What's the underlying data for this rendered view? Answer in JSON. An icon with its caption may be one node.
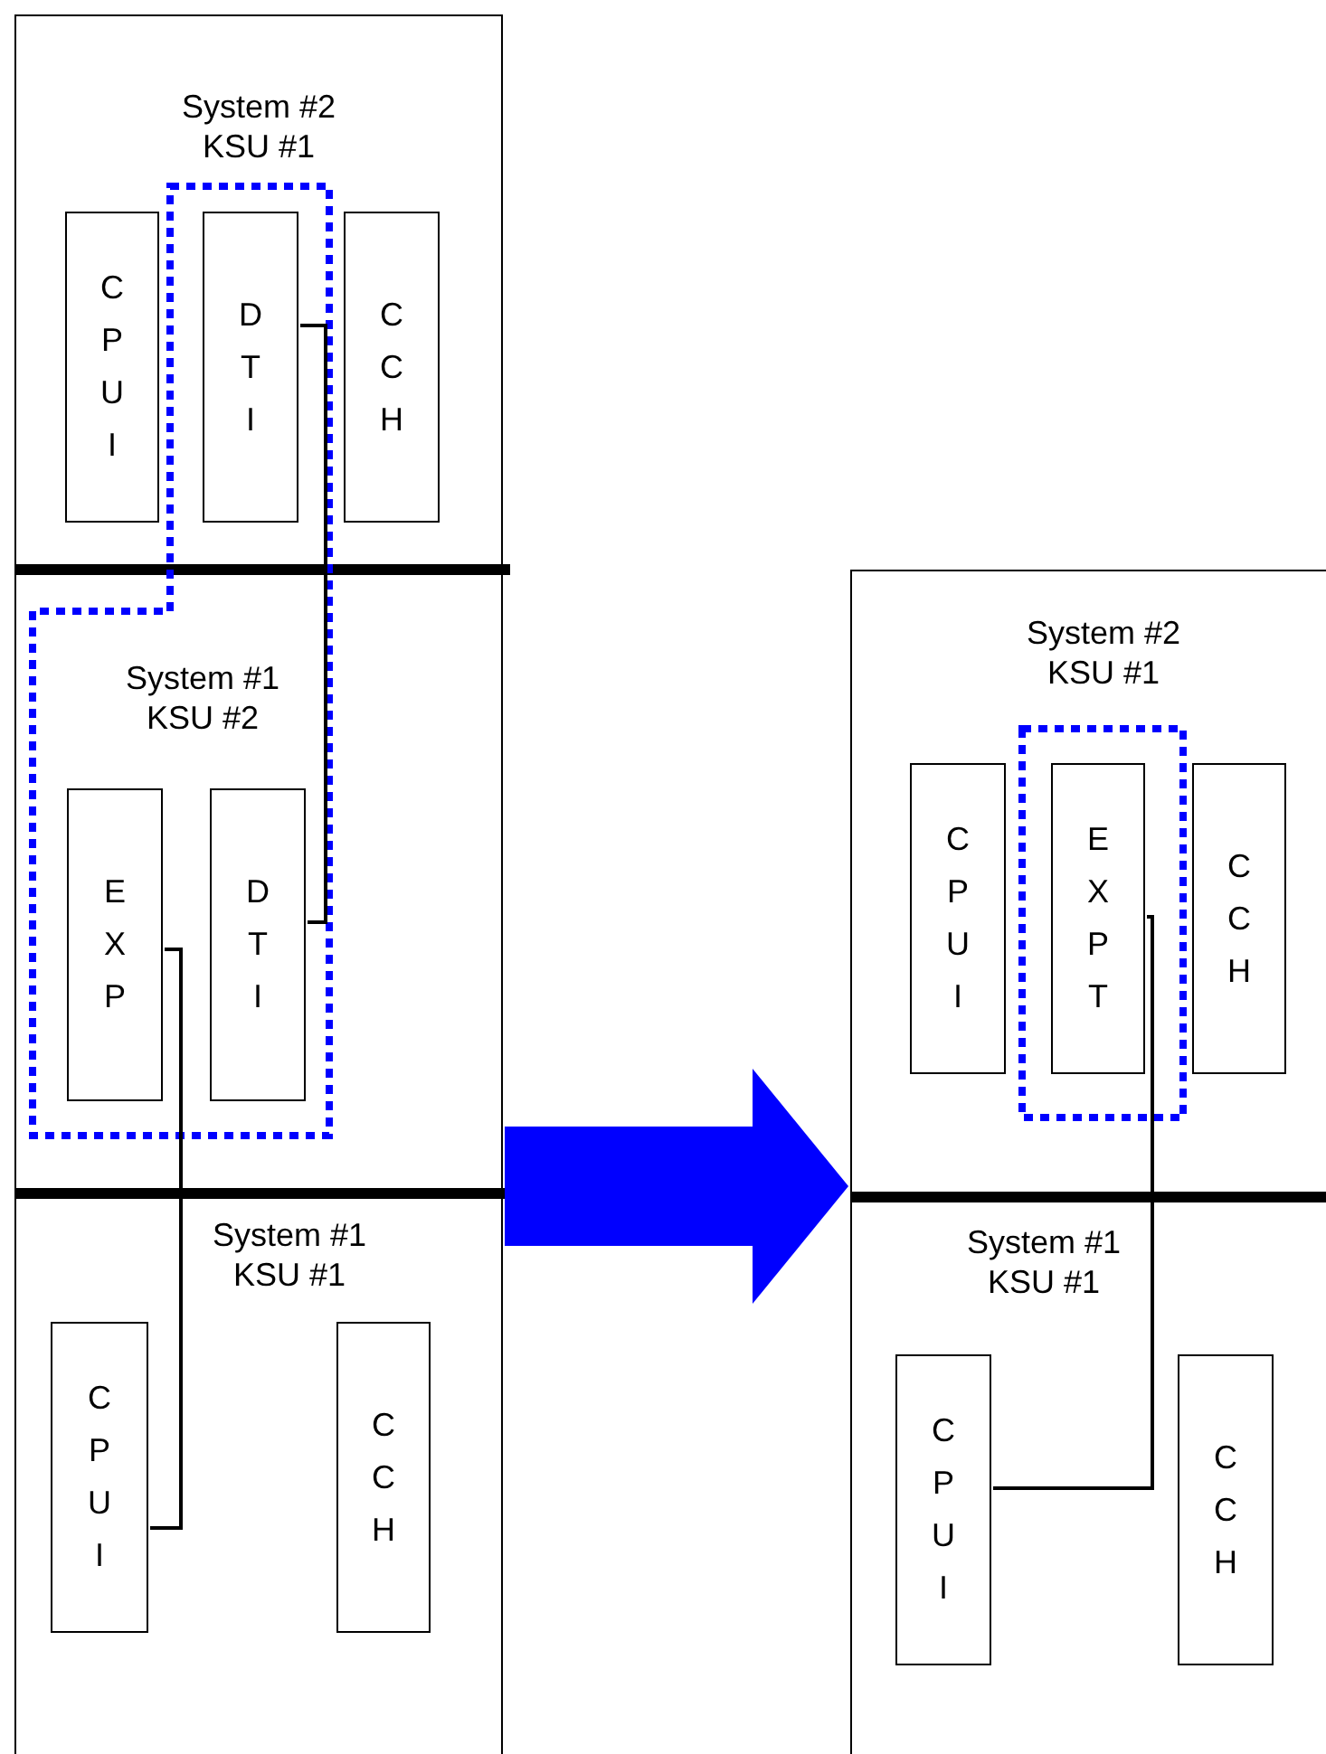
{
  "diagram": {
    "nodes": [
      {
        "text": [],
        "shape": "box"
      },
      {
        "text": [
          "System #2 KSU #1"
        ],
        "in": 0
      },
      {
        "text": [
          "CPUI"
        ],
        "in": 1
      },
      {
        "text": [
          "DTI"
        ],
        "in": 1
      },
      {
        "text": [
          "CCH"
        ],
        "in": 1
      },
      {
        "text": [
          "System #1 KSU #2"
        ],
        "in": 0
      },
      {
        "text": [
          "EXP"
        ],
        "in": 5
      },
      {
        "text": [
          "DTI"
        ],
        "in": 5
      },
      {
        "text": [
          "System #1 KSU #1"
        ],
        "in": 0
      },
      {
        "text": [
          "CPUI"
        ],
        "in": 8
      },
      {
        "text": [
          "CCH"
        ],
        "in": 8
      },
      {
        "text": [],
        "shape": "box"
      },
      {
        "text": [
          "System #2 KSU #1"
        ],
        "in": 11
      },
      {
        "text": [
          "CPUI"
        ],
        "in": 12
      },
      {
        "text": [
          "EXPT"
        ],
        "in": 12
      },
      {
        "text": [
          "CCH"
        ],
        "in": 12
      },
      {
        "text": [
          "System #1 KSU #1"
        ],
        "in": 11
      },
      {
        "text": [
          "CPUI"
        ],
        "in": 16
      },
      {
        "text": [
          "CCH"
        ],
        "in": 16
      }
    ],
    "edges": [
      {
        "from": 3,
        "to": 7,
        "arrow": "none"
      },
      {
        "from": 6,
        "to": 9,
        "arrow": "none"
      },
      {
        "from": 14,
        "to": 17,
        "arrow": "none"
      },
      {
        "from": 0,
        "to": 11,
        "arrow": "to",
        "style": "thick",
        "color": "#0000ff"
      }
    ]
  }
}
